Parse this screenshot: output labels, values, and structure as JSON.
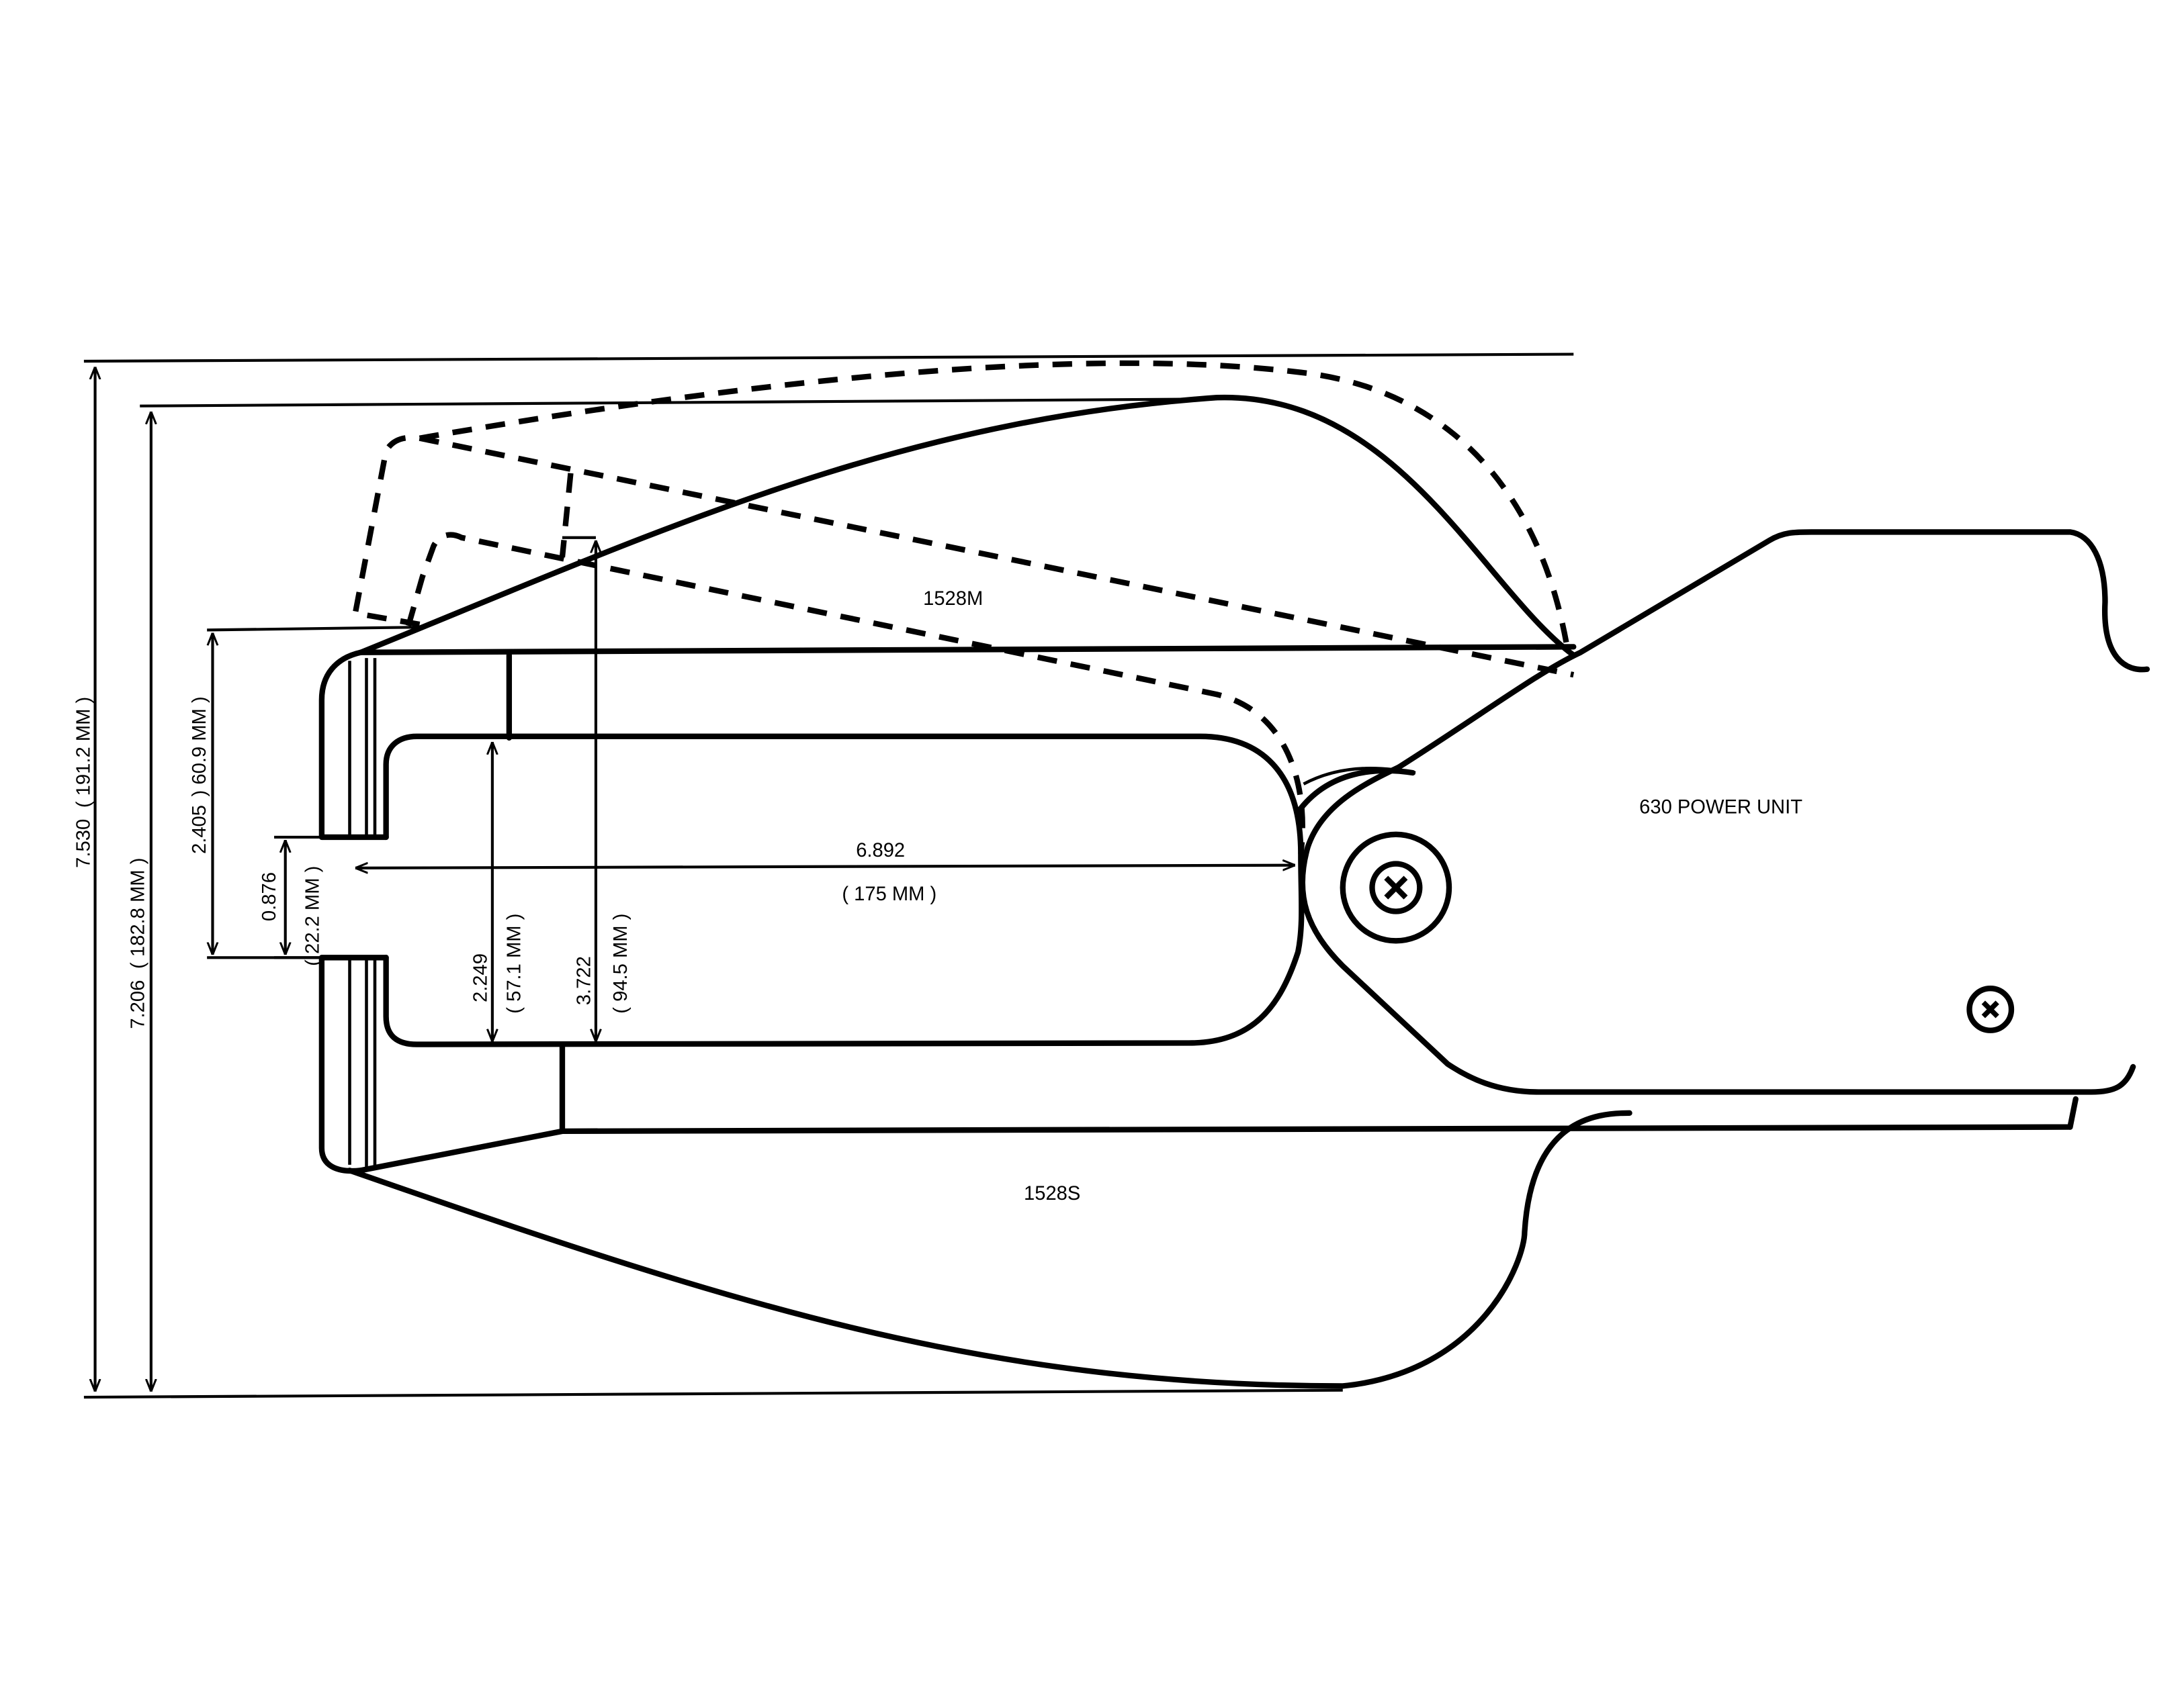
{
  "labels": {
    "upper_jaw": "1528M",
    "lower_jaw": "1528S",
    "power_unit": "630 POWER UNIT"
  },
  "dimensions": {
    "overall_height_in": "7.530",
    "overall_height_mm": "( 191.2 MM )",
    "jaw_height_in": "7.206",
    "jaw_height_mm": "( 182.8 MM )",
    "opening_outer_in": "2.405",
    "opening_outer_mm": ") 60.9 MM )",
    "tip_gap_in": "0.876",
    "tip_gap_mm": "( 22.2 MM )",
    "inner_opening_in": "2.249",
    "inner_opening_mm": "( 57.1 MM )",
    "throat_height_in": "3.722",
    "throat_height_mm": "( 94.5 MM )",
    "throat_depth_in": "6.892",
    "throat_depth_mm": "( 175 MM )"
  },
  "icons": [
    "pivot-screw-icon",
    "mount-screw-icon"
  ]
}
